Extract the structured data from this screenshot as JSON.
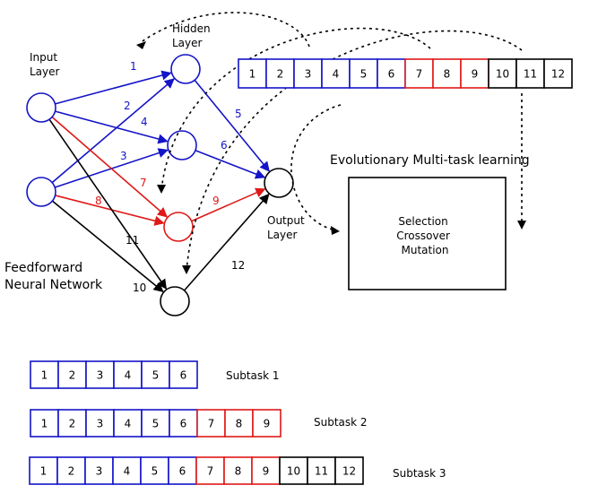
{
  "colors": {
    "blue": "#1414c8",
    "red": "#e01818",
    "black": "#000000"
  },
  "labels": {
    "input_layer": [
      "Input",
      "Layer"
    ],
    "hidden_layer": [
      "Hidden",
      "Layer"
    ],
    "output_layer": [
      "Output",
      "Layer"
    ],
    "network": [
      "Feedforward",
      "Neural Network"
    ],
    "emtl": "Evolutionary Multi-task learning",
    "operators": [
      "Selection",
      "Crossover",
      "Mutation"
    ]
  },
  "weights": [
    {
      "label": "1",
      "color": "blue"
    },
    {
      "label": "2",
      "color": "blue"
    },
    {
      "label": "3",
      "color": "blue"
    },
    {
      "label": "4",
      "color": "blue"
    },
    {
      "label": "5",
      "color": "blue"
    },
    {
      "label": "6",
      "color": "blue"
    },
    {
      "label": "7",
      "color": "red"
    },
    {
      "label": "8",
      "color": "red"
    },
    {
      "label": "9",
      "color": "red"
    },
    {
      "label": "10",
      "color": "black"
    },
    {
      "label": "11",
      "color": "black"
    },
    {
      "label": "12",
      "color": "black"
    }
  ],
  "nodes": {
    "inputs": [
      {
        "color": "blue"
      },
      {
        "color": "blue"
      }
    ],
    "hidden": [
      {
        "color": "blue"
      },
      {
        "color": "blue"
      },
      {
        "color": "red"
      },
      {
        "color": "black"
      }
    ],
    "output": [
      {
        "color": "black"
      }
    ]
  },
  "genome": {
    "cells": [
      {
        "label": "1",
        "color": "blue"
      },
      {
        "label": "2",
        "color": "blue"
      },
      {
        "label": "3",
        "color": "blue"
      },
      {
        "label": "4",
        "color": "blue"
      },
      {
        "label": "5",
        "color": "blue"
      },
      {
        "label": "6",
        "color": "blue"
      },
      {
        "label": "7",
        "color": "red"
      },
      {
        "label": "8",
        "color": "red"
      },
      {
        "label": "9",
        "color": "red"
      },
      {
        "label": "10",
        "color": "black"
      },
      {
        "label": "11",
        "color": "black"
      },
      {
        "label": "12",
        "color": "black"
      }
    ]
  },
  "subtasks": [
    {
      "name": "Subtask 1",
      "cells": [
        {
          "label": "1",
          "color": "blue"
        },
        {
          "label": "2",
          "color": "blue"
        },
        {
          "label": "3",
          "color": "blue"
        },
        {
          "label": "4",
          "color": "blue"
        },
        {
          "label": "5",
          "color": "blue"
        },
        {
          "label": "6",
          "color": "blue"
        }
      ]
    },
    {
      "name": "Subtask 2",
      "cells": [
        {
          "label": "1",
          "color": "blue"
        },
        {
          "label": "2",
          "color": "blue"
        },
        {
          "label": "3",
          "color": "blue"
        },
        {
          "label": "4",
          "color": "blue"
        },
        {
          "label": "5",
          "color": "blue"
        },
        {
          "label": "6",
          "color": "blue"
        },
        {
          "label": "7",
          "color": "red"
        },
        {
          "label": "8",
          "color": "red"
        },
        {
          "label": "9",
          "color": "red"
        }
      ]
    },
    {
      "name": "Subtask 3",
      "cells": [
        {
          "label": "1",
          "color": "blue"
        },
        {
          "label": "2",
          "color": "blue"
        },
        {
          "label": "3",
          "color": "blue"
        },
        {
          "label": "4",
          "color": "blue"
        },
        {
          "label": "5",
          "color": "blue"
        },
        {
          "label": "6",
          "color": "blue"
        },
        {
          "label": "7",
          "color": "red"
        },
        {
          "label": "8",
          "color": "red"
        },
        {
          "label": "9",
          "color": "red"
        },
        {
          "label": "10",
          "color": "black"
        },
        {
          "label": "11",
          "color": "black"
        },
        {
          "label": "12",
          "color": "black"
        }
      ]
    }
  ]
}
